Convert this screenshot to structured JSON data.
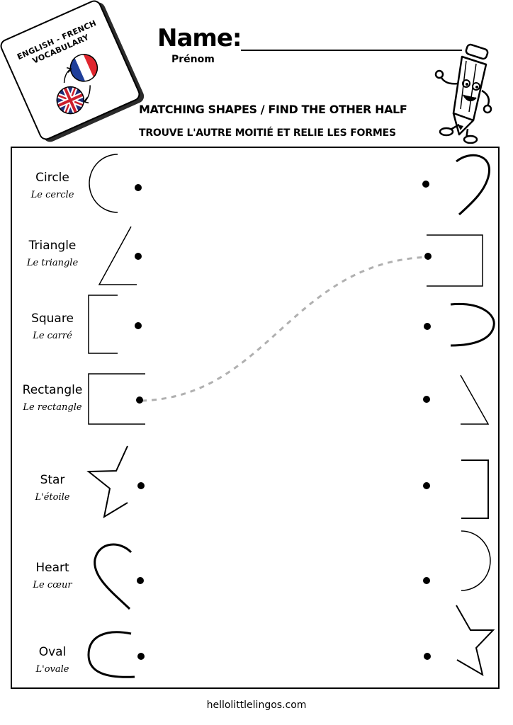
{
  "logo": {
    "line1": "English - French",
    "line2": "Vocabulary"
  },
  "header": {
    "name_label": "Name:",
    "prenom_label": "Prénom",
    "title_en": "MATCHING SHAPES / FIND THE OTHER HALF",
    "title_fr": "TROUVE  L'AUTRE MOITIÉ ET RELIE LES FORMES"
  },
  "shapes": [
    {
      "en": "Circle",
      "fr": "Le cercle"
    },
    {
      "en": "Triangle",
      "fr": "Le triangle"
    },
    {
      "en": "Square",
      "fr": "Le carré"
    },
    {
      "en": "Rectangle",
      "fr": "Le rectangle"
    },
    {
      "en": "Star",
      "fr": "L'étoile"
    },
    {
      "en": "Heart",
      "fr": "Le cœur"
    },
    {
      "en": "Oval",
      "fr": "L'ovale"
    }
  ],
  "example_connection": {
    "from": "Rectangle",
    "to": "rectangle-right-half"
  },
  "footer": {
    "website": "hellolittlelingos.com"
  },
  "colors": {
    "dashed_line": "#b0b0b0",
    "french_flag_blue": "#1f3f9a",
    "french_flag_red": "#e0262e",
    "uk_flag_blue": "#1d2f7a",
    "uk_flag_red": "#cc1f2d"
  }
}
